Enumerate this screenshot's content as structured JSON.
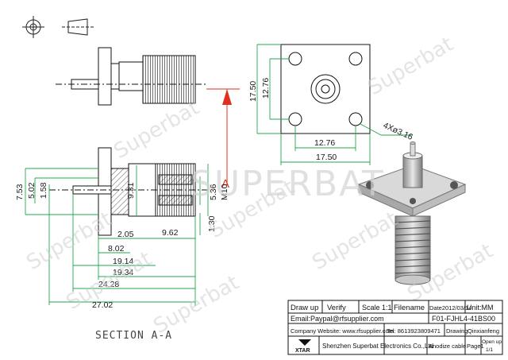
{
  "watermark": {
    "repeat_text": "Superbat",
    "big_text": "SUPERBAT"
  },
  "section_label": "SECTION A-A",
  "section_marker": "A",
  "dimensions": {
    "side": {
      "d_7_53": "7.53",
      "d_5_02": "5.02",
      "d_1_58": "1.58",
      "d_9_31": "9.31",
      "d_5_36": "5.36",
      "d_m10": "M10",
      "d_1_30": "1.30",
      "d_2_05": "2.05",
      "d_9_62": "9.62",
      "d_8_02": "8.02",
      "d_19_14": "19.14",
      "d_19_34": "19.34",
      "d_24_28": "24.28",
      "d_27_02": "27.02"
    },
    "front": {
      "d_17_50_v": "17.50",
      "d_12_76_v": "12.76",
      "d_12_76_h": "12.76",
      "d_17_50_h": "17.50",
      "holes": "4Xø3.16"
    }
  },
  "title_block": {
    "draw_up": "Draw up",
    "verify": "Verify",
    "scale": "Scale 1:1",
    "filename_label": "Filename",
    "date": "Date2012/03/14",
    "unit": "Unit:MM",
    "email": "Email:Paypal@rfsupplier.com",
    "filename": "F01-FJHL4-41BS00",
    "website": "Company Website: www.rfsupplier.com",
    "tel": "Tel: 8613923809471",
    "drawing_label": "Drawing",
    "drawer": "Qinxianfeng",
    "logo": "XTAR",
    "company": "Shenzhen Superbat Electronics Co.,Ltd",
    "finish": "Anodize cable",
    "page": "Page1",
    "open_up": "Open up",
    "open_up_frac": "1/1"
  },
  "colors": {
    "dim_line": "#1fa84a",
    "arrow": "#e0301e",
    "ink": "#1a1a1a"
  }
}
